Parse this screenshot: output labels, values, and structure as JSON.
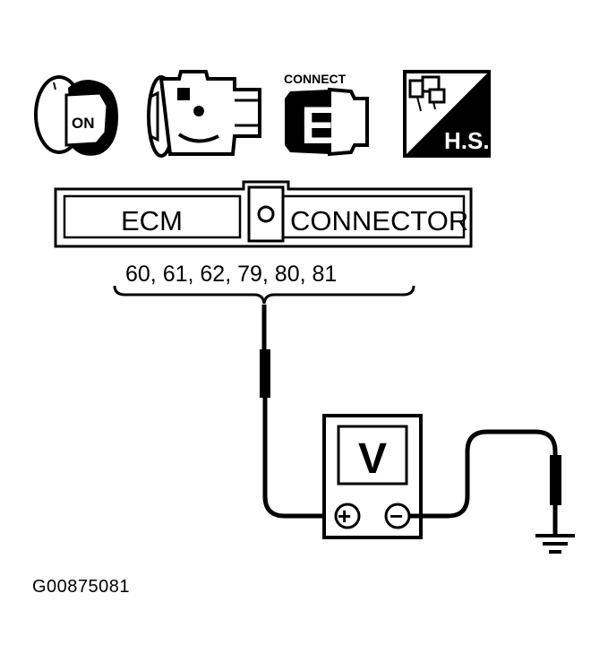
{
  "icons": {
    "key_label": "ON",
    "connect_label": "CONNECT",
    "connect_letter": "E",
    "hs_label": "H.S."
  },
  "connector": {
    "left_label": "ECM",
    "right_label": "CONNECTOR",
    "pins": "60, 61, 62, 79, 80, 81"
  },
  "meter": {
    "display": "V",
    "positive_symbol": "+",
    "negative_symbol": "−"
  },
  "figure_id": "G00875081"
}
